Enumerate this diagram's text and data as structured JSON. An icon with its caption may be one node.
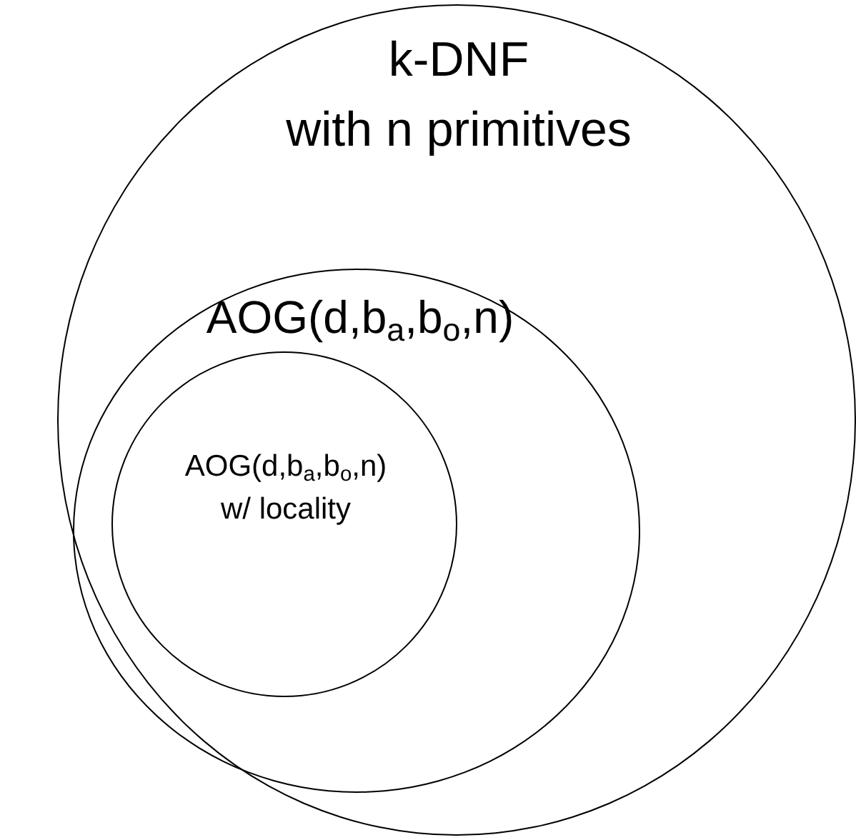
{
  "diagram": {
    "nodes": [
      {
        "text": [
          "k-DNF with n primitives"
        ]
      },
      {
        "text": [
          "AOG(d,b$_{a}$,b$_{o}$,n)"
        ],
        "in": 0
      },
      {
        "text": [
          "AOG(d,b$_{a}$,b$_{o}$,n) w/ locality"
        ],
        "in": 1
      }
    ]
  }
}
